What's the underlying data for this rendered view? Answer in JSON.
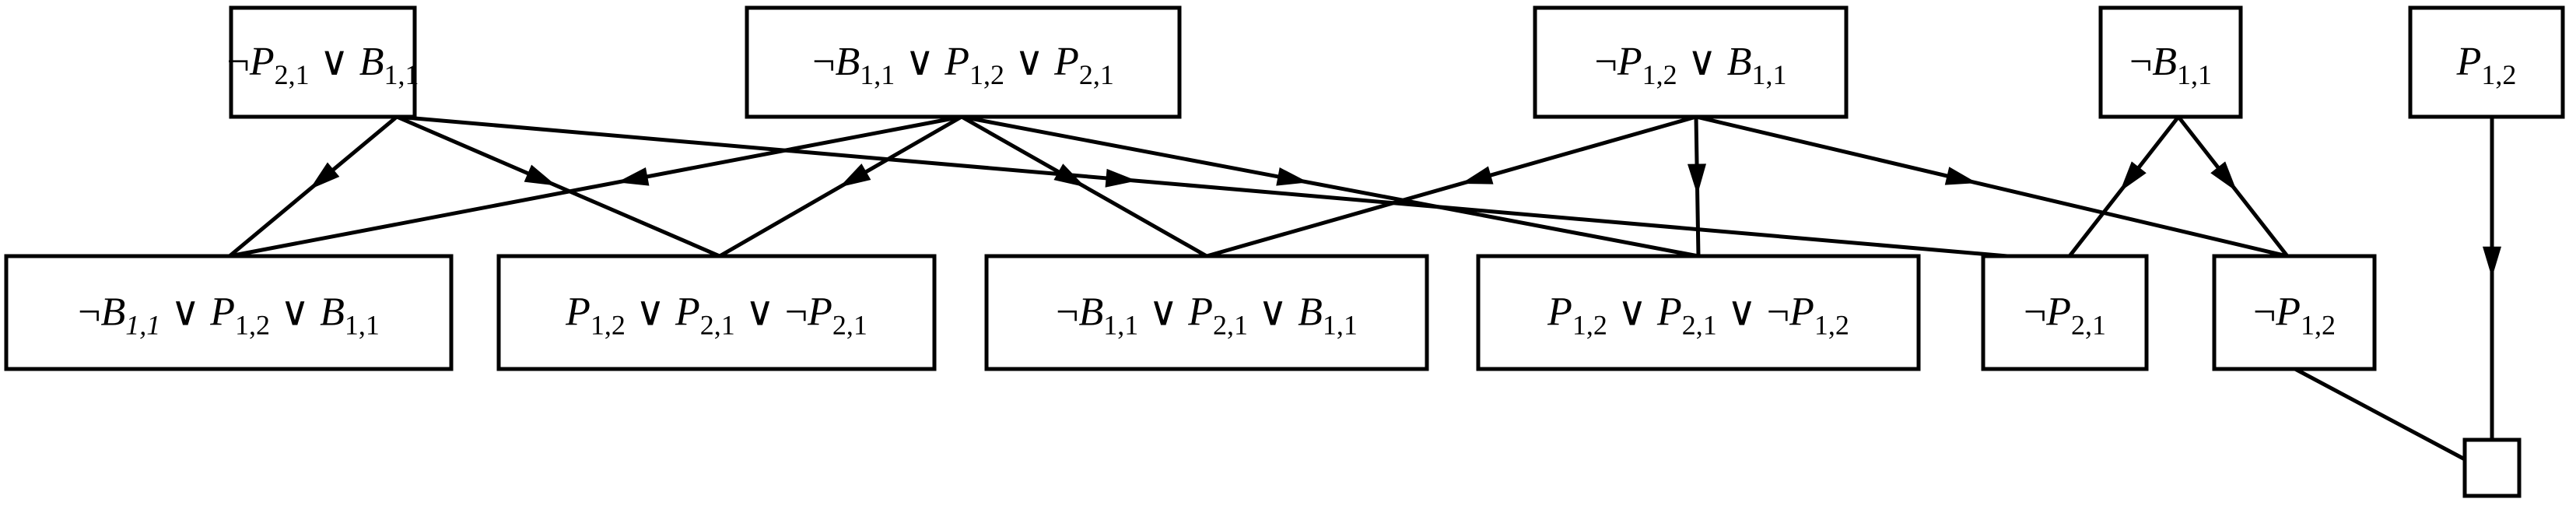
{
  "diagram": {
    "colors": {
      "stroke": "#000000",
      "background": "#ffffff"
    },
    "nodes": [
      {
        "id": "n1",
        "parts": [
          {
            "t": "¬"
          },
          {
            "t": "P",
            "i": true
          },
          {
            "t": "2,1",
            "sub": true
          },
          {
            "t": " ∨ "
          },
          {
            "t": "B",
            "i": true
          },
          {
            "t": "1,1",
            "sub": true
          }
        ]
      },
      {
        "id": "n2",
        "parts": [
          {
            "t": "¬"
          },
          {
            "t": "B",
            "i": true
          },
          {
            "t": "1,1",
            "sub": true
          },
          {
            "t": " ∨ "
          },
          {
            "t": "P",
            "i": true
          },
          {
            "t": "1,2",
            "sub": true
          },
          {
            "t": " ∨ "
          },
          {
            "t": "P",
            "i": true
          },
          {
            "t": "2,1",
            "sub": true
          }
        ]
      },
      {
        "id": "n3",
        "parts": [
          {
            "t": "¬"
          },
          {
            "t": "P",
            "i": true
          },
          {
            "t": "1,2",
            "sub": true
          },
          {
            "t": " ∨ "
          },
          {
            "t": "B",
            "i": true
          },
          {
            "t": "1,1",
            "sub": true
          }
        ]
      },
      {
        "id": "n4",
        "parts": [
          {
            "t": "¬"
          },
          {
            "t": "B",
            "i": true
          },
          {
            "t": "1,1",
            "sub": true
          }
        ]
      },
      {
        "id": "n5",
        "parts": [
          {
            "t": "P",
            "i": true
          },
          {
            "t": "1,2",
            "sub": true
          }
        ]
      },
      {
        "id": "n6",
        "parts": [
          {
            "t": "¬"
          },
          {
            "t": "B",
            "i": true
          },
          {
            "t": "1,1",
            "sub": true,
            "i": true
          },
          {
            "t": " ∨ "
          },
          {
            "t": "P",
            "i": true
          },
          {
            "t": "1,2",
            "sub": true
          },
          {
            "t": " ∨ "
          },
          {
            "t": "B",
            "i": true
          },
          {
            "t": "1,1",
            "sub": true
          }
        ]
      },
      {
        "id": "n7",
        "parts": [
          {
            "t": "P",
            "i": true
          },
          {
            "t": "1,2",
            "sub": true
          },
          {
            "t": " ∨ "
          },
          {
            "t": "P",
            "i": true
          },
          {
            "t": "2,1",
            "sub": true
          },
          {
            "t": " ∨ ¬"
          },
          {
            "t": "P",
            "i": true
          },
          {
            "t": "2,1",
            "sub": true
          }
        ]
      },
      {
        "id": "n8",
        "parts": [
          {
            "t": "¬"
          },
          {
            "t": "B",
            "i": true
          },
          {
            "t": "1,1",
            "sub": true
          },
          {
            "t": " ∨ "
          },
          {
            "t": "P",
            "i": true
          },
          {
            "t": "2,1",
            "sub": true
          },
          {
            "t": " ∨ "
          },
          {
            "t": "B",
            "i": true
          },
          {
            "t": "1,1",
            "sub": true
          }
        ]
      },
      {
        "id": "n9",
        "parts": [
          {
            "t": "P",
            "i": true
          },
          {
            "t": "1,2",
            "sub": true
          },
          {
            "t": " ∨ "
          },
          {
            "t": "P",
            "i": true
          },
          {
            "t": "2,1",
            "sub": true
          },
          {
            "t": " ∨ ¬"
          },
          {
            "t": "P",
            "i": true
          },
          {
            "t": "1,2",
            "sub": true
          }
        ]
      },
      {
        "id": "n10",
        "parts": [
          {
            "t": "¬"
          },
          {
            "t": "P",
            "i": true
          },
          {
            "t": "2,1",
            "sub": true
          }
        ]
      },
      {
        "id": "n11",
        "parts": [
          {
            "t": "¬"
          },
          {
            "t": "P",
            "i": true
          },
          {
            "t": "1,2",
            "sub": true
          }
        ]
      },
      {
        "id": "n12",
        "parts": []
      }
    ],
    "edges": [
      {
        "from": "n1",
        "to": "n6",
        "arrow": true
      },
      {
        "from": "n1",
        "to": "n7",
        "arrow": true
      },
      {
        "from": "n1",
        "to": "n10",
        "arrow": true
      },
      {
        "from": "n2",
        "to": "n6",
        "arrow": true
      },
      {
        "from": "n2",
        "to": "n7",
        "arrow": true
      },
      {
        "from": "n2",
        "to": "n8",
        "arrow": true
      },
      {
        "from": "n2",
        "to": "n9",
        "arrow": true
      },
      {
        "from": "n3",
        "to": "n8",
        "arrow": true
      },
      {
        "from": "n3",
        "to": "n9",
        "arrow": true
      },
      {
        "from": "n3",
        "to": "n11",
        "arrow": true
      },
      {
        "from": "n4",
        "to": "n10",
        "arrow": true
      },
      {
        "from": "n4",
        "to": "n11",
        "arrow": true
      },
      {
        "from": "n5",
        "to": "n12",
        "arrow": true
      },
      {
        "from": "n11",
        "to": "n12",
        "arrow": false
      }
    ]
  }
}
